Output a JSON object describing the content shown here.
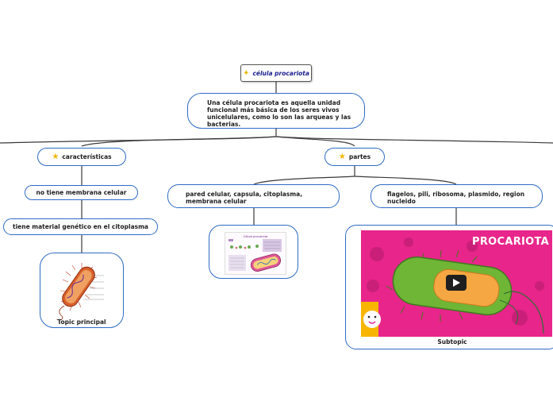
{
  "root": {
    "title": "célula procariota",
    "icon": "sparkle-icon"
  },
  "definition": {
    "text": "Una célula procariota es aquella unidad funcional más básica de los seres vivos unicelulares, como lo son las arqueas y las bacterias."
  },
  "branches": {
    "caracteristicas": {
      "label": "características",
      "icon": "star-icon",
      "items": [
        "no tiene membrana celular",
        "tiene material genético en el citoplasma"
      ],
      "image_caption": "Topic principal"
    },
    "partes": {
      "label": "partes",
      "icon": "star-icon",
      "left": {
        "text": "pared celular, capsula, citoplasma, membrana celular"
      },
      "right": {
        "text": "flagelos, pili, ribosoma, plasmido, region nucleido"
      },
      "slide": {
        "title": "Célula procariota"
      },
      "video": {
        "title": "PROCARIOTA",
        "caption": "Subtopic"
      }
    }
  },
  "colors": {
    "border": "#2d6bc4",
    "line": "#3a3a3a",
    "video_pink": "#e8258a",
    "video_yellow": "#f7b500"
  }
}
